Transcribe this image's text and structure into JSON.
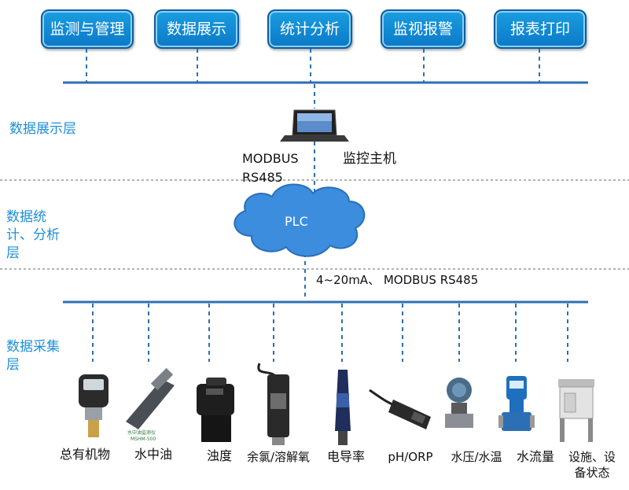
{
  "top_buttons": [
    "监测与管理",
    "数据展示",
    "统计分析",
    "监视报警",
    "报表打印"
  ],
  "layers": {
    "display": "数据展示层",
    "analysis": "数据统计、分析层",
    "collection": "数据采集层"
  },
  "host": {
    "protocol": "MODBUS",
    "interface": "RS485",
    "label": "监控主机"
  },
  "plc": {
    "label": "PLC"
  },
  "signal_label": "4~20mA、 MODBUS RS485",
  "devices": [
    {
      "label": "总有机物",
      "icon": "toc-sensor-icon"
    },
    {
      "label": "水中油",
      "icon": "oil-in-water-sensor-icon",
      "tag1": "水中油监测仪",
      "tag2": "MSHM-500"
    },
    {
      "label": "浊度",
      "icon": "turbidity-sensor-icon"
    },
    {
      "label": "余氯/溶解氧",
      "icon": "chlorine-do-probe-icon"
    },
    {
      "label": "电导率",
      "icon": "conductivity-probe-icon"
    },
    {
      "label": "pH/ORP",
      "icon": "ph-orp-probe-icon"
    },
    {
      "label": "水压/水温",
      "icon": "pressure-transmitter-icon"
    },
    {
      "label": "水流量",
      "icon": "flowmeter-icon"
    },
    {
      "label": "设施、设备状态",
      "icon": "equipment-cabinet-icon"
    }
  ],
  "colors": {
    "button_fill": "#0b79c7",
    "layer_text": "#1d8fd6",
    "line": "#2d6fb5",
    "cloud": "#3c8ddd"
  }
}
